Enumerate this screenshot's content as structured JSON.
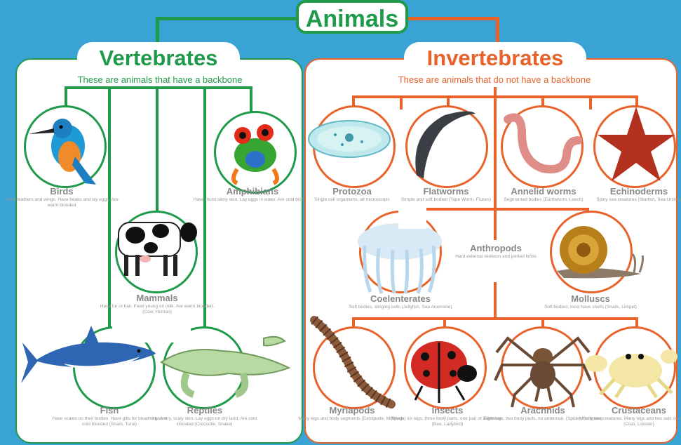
{
  "title": "Animals",
  "vertebrates": {
    "title": "Vertebrates",
    "subtitle": "These are animals that have a backbone",
    "groups": [
      {
        "name": "Birds",
        "desc": "Have feathers and wings. Have beaks and lay eggs. Are warm blooded"
      },
      {
        "name": "Amphibians",
        "desc": "Have moist slimy skin. Lay eggs in water. Are cold blooded"
      },
      {
        "name": "Mammals",
        "desc": "Have fur or hair. Feed young on milk. Are warm blooded. (Cow, Human)"
      },
      {
        "name": "Fish",
        "desc": "Have scales on their bodies. Have gills for breathing. Are cold blooded (Shark, Tuna)"
      },
      {
        "name": "Reptiles",
        "desc": "Have dry, scaly skin. Lay eggs on dry land. Are cold blooded (Crocodile, Snake)"
      }
    ]
  },
  "invertebrates": {
    "title": "Invertebrates",
    "subtitle": "These are animals that do not have a backbone",
    "groups": [
      {
        "name": "Protozoa",
        "desc": "Single cell organisms, all microscopic"
      },
      {
        "name": "Flatworms",
        "desc": "Simple and soft bodied (Tape Worm, Flukes)"
      },
      {
        "name": "Annelid worms",
        "desc": "Segmented bodies (Earthworm, Leech)"
      },
      {
        "name": "Echinoderms",
        "desc": "Spiny sea creatures (Starfish, Sea Urchin)"
      },
      {
        "name": "Coelenterates",
        "desc": "Soft bodies, stinging cells (Jellyfish, Sea Anemone)"
      },
      {
        "name": "Anthropods",
        "desc": "Hard external skeleton and jointed limbs"
      },
      {
        "name": "Molluscs",
        "desc": "Soft bodied, most have shells (Snails, Limpet)"
      },
      {
        "name": "Myriapods",
        "desc": "Many legs and body segments (Centipede, Millipede)"
      },
      {
        "name": "Insects",
        "desc": "Wings, six legs, three body parts, one pair of antennae. (Bee, Ladybird)"
      },
      {
        "name": "Arachnids",
        "desc": "Eight legs, two body parts, no antennae. (Spider, Scorpion)"
      },
      {
        "name": "Crustaceans",
        "desc": "Mostly sea creatures. Many legs and two sets of antennae. (Crab, Lobster)"
      }
    ]
  },
  "colors": {
    "background": "#3aa3d5",
    "vertebrates": "#1f9a4a",
    "invertebrates": "#e8622a"
  }
}
